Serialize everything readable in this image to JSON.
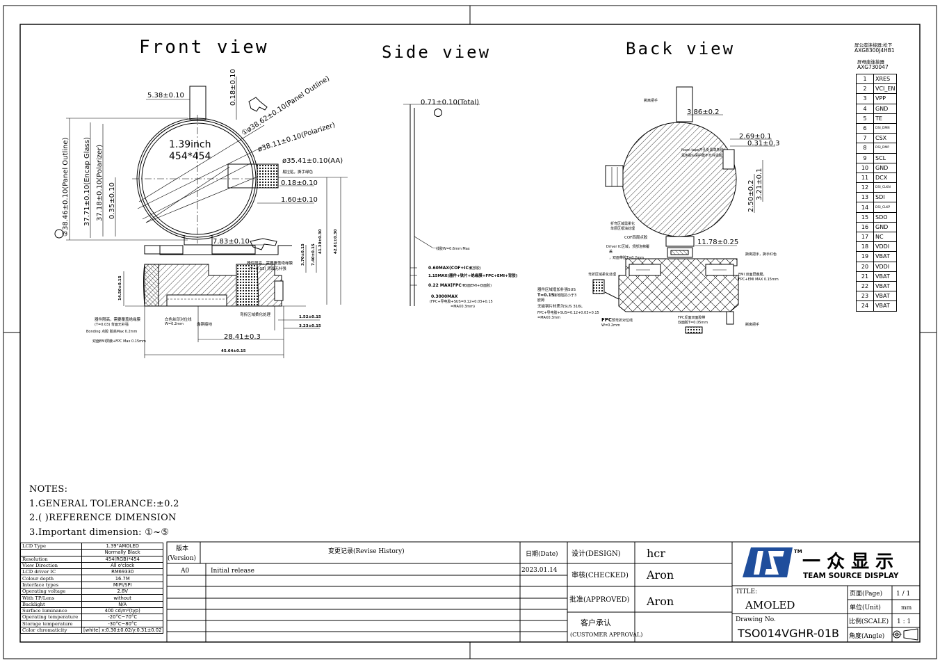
{
  "views": {
    "front": "Front view",
    "side": "Side view",
    "back": "Back view"
  },
  "front": {
    "size": "1.39inch",
    "res": "454*454",
    "dims": {
      "tail_w": "5.38±0.10",
      "tail_h": "0.18±0.10",
      "panel_dia": "①ø38.62±0.10(Panel Outline)",
      "pol_dia": "ø38.11±0.10(Polarizer)",
      "aa_dia": "ø35.41±0.10(AA)",
      "d018": "0.18±0.10",
      "d160": "1.60±0.10",
      "panel_h": "②38.46±0.10(Panel Outline)",
      "encap_h": "37.71±0.10(Encap Glass)",
      "pol_h": "37.18±0.10(Polarizer)",
      "d035": "0.35±0.10",
      "d783": "7.83±0.10",
      "d4130": "41.30±0.30",
      "d4281": "42.81±0.30",
      "d370": "3.70±0.15",
      "d740": "7.40±0.15",
      "d1450": "14.50±0.15",
      "d152": "1.52±0.15",
      "d323": "3.23±0.15",
      "d2841": "28.41±0.3",
      "d4564": "45.64±0.15"
    },
    "notes": {
      "pull_tab": "易拉贴，撕手绿色",
      "bend": "弯折区域柔化处理",
      "white_mark": "白色丝印对位线",
      "white_w": "W=0.2mm",
      "copper": "露铜接地",
      "comp_a1": "器件限高，需要覆盖绝缘膜",
      "comp_a2": "(T=0.03) 背面无补强",
      "comp_b1": "器件限高，需要覆盖绝缘膜",
      "comp_b2": "(T=0.03) 背面无补强",
      "bonding": "Bonding 点胶 胶高Max 0.2mm",
      "emi": "双面EMI屏蔽+FPC Max 0.15mm"
    }
  },
  "side": {
    "total": "0.71±0.10(Total)",
    "three": "③",
    "line": "一线胶W=0.6mm Max",
    "d060": "0.60MAX(COF+IC+",
    "d060b": "底部胶)",
    "d115": "1.15MAX(器件+铁片+绝缘膜+FPC+EMI+背胶)",
    "d022": "0.22  MAX(FPC+",
    "d022b": "双面EMI+双面胶)",
    "d030": "0.3000MAX",
    "d030b": "(FPC+导电胶+SUS=0.12+0.03+0.15",
    "d030c": "=MAX0.3mm)"
  },
  "back": {
    "tab": "撕离把手",
    "d386": "3.86±0.2",
    "foam1": "foam tape开孔处需单条贴",
    "foam2": "黑色胶&保护膜不允许溢胶",
    "d269": "2.69±0.1",
    "d031": "0.31±0.3",
    "d250": "2.50±0.2",
    "d321": "3.21±0.1",
    "fold1": "折弯区域需柔化",
    "fold2": "单层区银油处理",
    "cof": "COF四周点胶",
    "ic1": "Driver IC区域，顶部泡棉覆",
    "ic2": "盖",
    "ic3": "，双面带胶T=0.2mm",
    "d1178": "11.78±0.25",
    "tab_red": "撕离把手，撕手红色",
    "bend": "弯折区域柔化处理",
    "emi1": "EMI 双面屏蔽膜，",
    "emi2": "FPC+EMI MAX 0.15mm",
    "sus1": "器件区域增加补强SUS",
    "sus2": "T=0.15",
    "sus3": "接地阻抗小于3",
    "sus4": "欧姆",
    "sus5": "无磁钢片材质为SUS 316L",
    "sus6": "FPC+导电胶+SUS=0.12+0.03+0.15",
    "sus7": "=MAX0.3mm",
    "fpc": "FPC",
    "fpc1": "预弯折对位线",
    "fpc2": "W=0.2mm",
    "fpcb1": "FPC反面双面胶带",
    "fpcb2": "双面胶T=0.05mm",
    "tab_btm": "撕离把手"
  },
  "connector": {
    "c1": "屏公座连接器:松下",
    "c2": "AXG8300J4HB1",
    "c3": "屏母座连接器",
    "c4": "AXG730047"
  },
  "pins": [
    {
      "n": "1",
      "s": "XRES"
    },
    {
      "n": "2",
      "s": "VCI_EN"
    },
    {
      "n": "3",
      "s": "VPP"
    },
    {
      "n": "4",
      "s": "GND"
    },
    {
      "n": "5",
      "s": "TE"
    },
    {
      "n": "6",
      "s": "DSI_DMN"
    },
    {
      "n": "7",
      "s": "CSX"
    },
    {
      "n": "8",
      "s": "DSI_DMP"
    },
    {
      "n": "9",
      "s": "SCL"
    },
    {
      "n": "10",
      "s": "GND"
    },
    {
      "n": "11",
      "s": "DCX"
    },
    {
      "n": "12",
      "s": "DSI_CLKN"
    },
    {
      "n": "13",
      "s": "SDI"
    },
    {
      "n": "14",
      "s": "DSI_CLKP"
    },
    {
      "n": "15",
      "s": "SDO"
    },
    {
      "n": "16",
      "s": "GND"
    },
    {
      "n": "17",
      "s": "NC"
    },
    {
      "n": "18",
      "s": "VDDI"
    },
    {
      "n": "19",
      "s": "VBAT"
    },
    {
      "n": "20",
      "s": "VDDI"
    },
    {
      "n": "21",
      "s": "VBAT"
    },
    {
      "n": "22",
      "s": "VBAT"
    },
    {
      "n": "23",
      "s": "VBAT"
    },
    {
      "n": "24",
      "s": "VBAT"
    }
  ],
  "notes": {
    "title": "NOTES:",
    "n1": "1.GENERAL TOLERANCE:±0.2",
    "n2": "2.(  )REFERENCE DIMENSION",
    "n3": "3.Important dimension: ①~⑤"
  },
  "spec": [
    {
      "k": "LCD Type",
      "v": "1.39\"AMOLED"
    },
    {
      "k": "",
      "v": "Normally Black"
    },
    {
      "k": "Resolution",
      "v": "454(RGB)*454"
    },
    {
      "k": "View Direction",
      "v": "All o'clock"
    },
    {
      "k": "LCD driver IC",
      "v": "RM69330"
    },
    {
      "k": "Colour depth",
      "v": "16.7M"
    },
    {
      "k": "Interface types",
      "v": "MIPI/SPI"
    },
    {
      "k": "Operating voltage",
      "v": "2.8V"
    },
    {
      "k": "With TP/Lens",
      "v": "without"
    },
    {
      "k": "Backlight",
      "v": "N/A"
    },
    {
      "k": "Surface luminance",
      "v": "400 cd/m²(typ)"
    },
    {
      "k": "Operating temperature",
      "v": "-20°C~70°C"
    },
    {
      "k": "Storage temperature",
      "v": "-30°C~80°C"
    },
    {
      "k": "Color chromaticity",
      "v": "[white] x:0.30±0.02/y:0.31±0.02"
    }
  ],
  "revision": {
    "version_h1": "版本",
    "version_h2": "(Version)",
    "history_h": "变更记录(Revise History)",
    "date_h": "日期(Date)",
    "rows": [
      {
        "ver": "A0",
        "desc": "Initial release",
        "date": "2023.01.14"
      }
    ]
  },
  "title_block": {
    "design_l": "设计(DESIGN)",
    "design_v": "hcr",
    "checked_l": "审核(CHECKED)",
    "checked_v": "Aron",
    "approved_l": "批准(APPROVED)",
    "approved_v": "Aron",
    "customer_l1": "客户承认",
    "customer_l2": "(CUSTOMER APPROVAL)",
    "logo_tm": "TM",
    "logo_cn": "一 众 显 示",
    "logo_en": "TEAM SOURCE DISPLAY",
    "title_l": "TITLE:",
    "title_v": "AMOLED",
    "drawing_l": "Drawing No.",
    "drawing_v": "TSO014VGHR-01B",
    "page_l": "页面(Page)",
    "page_v": "1 / 1",
    "unit_l": "单位(Unit)",
    "unit_v": "mm",
    "scale_l": "比例(SCALE)",
    "scale_v": "1 : 1",
    "angle_l": "角度(Angle)"
  },
  "colors": {
    "line": "#000000",
    "paper": "#ffffff",
    "logo": "#1f4e9c"
  }
}
